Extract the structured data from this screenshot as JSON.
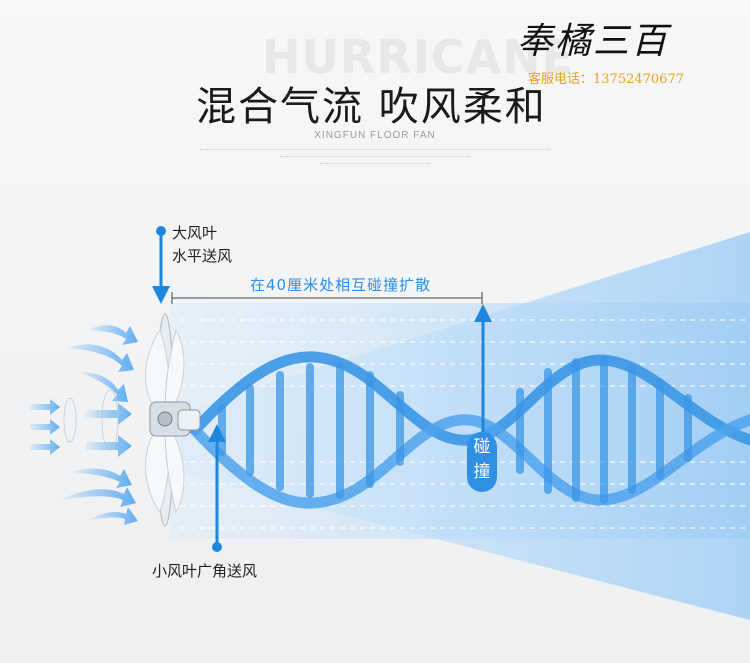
{
  "header": {
    "watermark": "HURRICANE",
    "headline": "混合气流 吹风柔和",
    "subline": "XINGFUN FLOOR FAN"
  },
  "brand": {
    "logo_text": "奉橘三百",
    "service": "客服电话：13752470677"
  },
  "annotations": {
    "large_blade_line1": "大风叶",
    "large_blade_line2": "水平送风",
    "span_label": "在40厘米处相互碰撞扩散",
    "collision_line1": "碰",
    "collision_line2": "撞",
    "small_blade": "小风叶广角送风"
  },
  "colors": {
    "accent_blue": "#2f8fe3",
    "airflow_light": "#cfe6fb",
    "headline": "#1b1b1b",
    "service": "#e8a21a"
  }
}
